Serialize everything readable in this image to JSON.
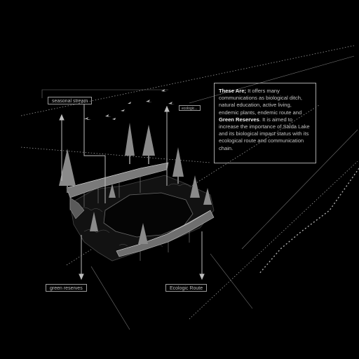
{
  "labels": {
    "seasonal_stream": "seasonal stream",
    "ecologic_top": "ecologic...",
    "green_reserves": "green reserves",
    "ecologic_route": "Ecologic Route"
  },
  "info": {
    "lead": "These Are;",
    "part1": " It offers many communications as biological ditch, natural education, active living, endemic plants, endemic route and ",
    "emph": "Green Reserves",
    "part2": ". It is aimed to increase the importance of Salda Lake and its biological impact status with its ecological route and communication chain."
  },
  "colors": {
    "background": "#000000",
    "line": "#9a9a9a",
    "tree": "#8a8a8a",
    "text": "#c4c4c4"
  }
}
